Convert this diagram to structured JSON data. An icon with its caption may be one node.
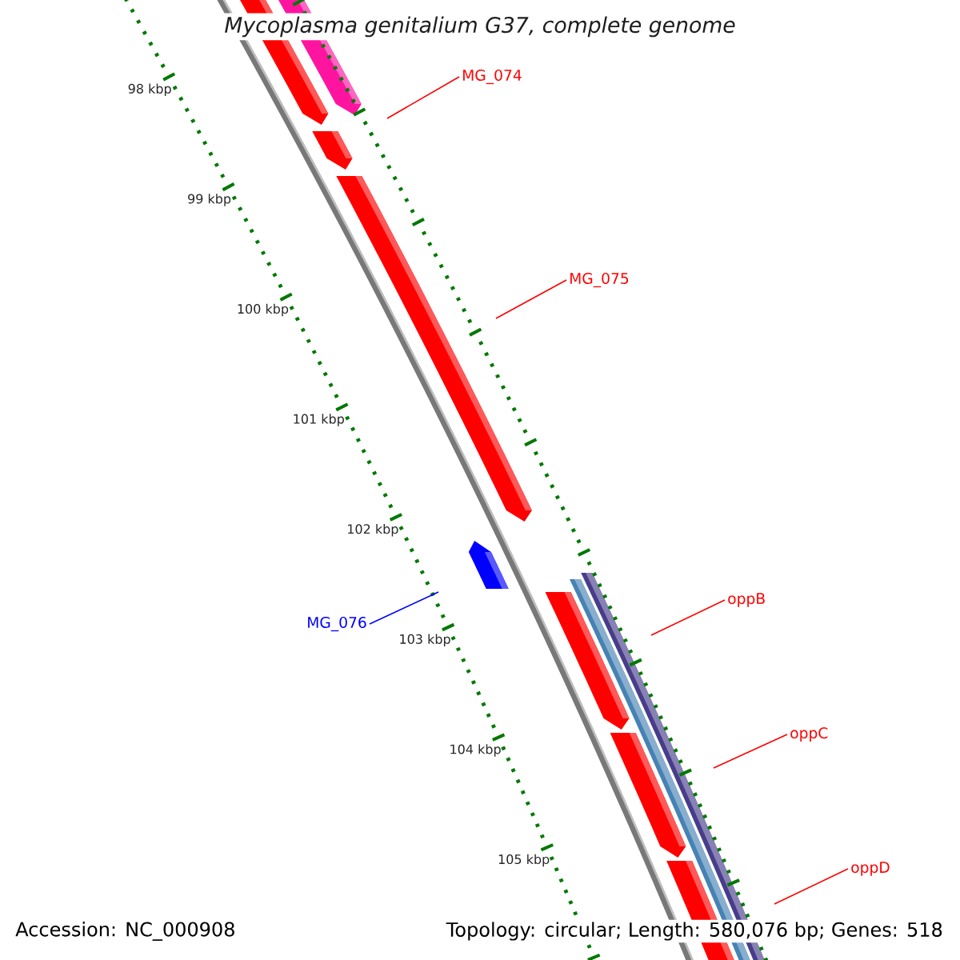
{
  "diagram": {
    "title": "Mycoplasma genitalium G37, complete genome",
    "nodes": [
      {
        "text": [
          "MG_074"
        ]
      },
      {
        "text": [
          "MG_075"
        ]
      },
      {
        "text": [
          "MG_076"
        ]
      },
      {
        "text": [
          "oppB"
        ]
      },
      {
        "text": [
          "oppC"
        ]
      },
      {
        "text": [
          "oppD"
        ]
      }
    ],
    "edges": [
      {
        "from": 0,
        "to": null,
        "arrow": "none"
      },
      {
        "from": 1,
        "to": null,
        "arrow": "none"
      },
      {
        "from": 2,
        "to": null,
        "arrow": "none",
        "color": "#0000ff"
      },
      {
        "from": 3,
        "to": null,
        "arrow": "none"
      },
      {
        "from": 4,
        "to": null,
        "arrow": "none"
      },
      {
        "from": 5,
        "to": null,
        "arrow": "none"
      }
    ],
    "labels": [
      "98 kbp",
      "99 kbp",
      "100 kbp",
      "101 kbp",
      "102 kbp",
      "103 kbp",
      "104 kbp",
      "105 kbp",
      "Accession: NC_000908",
      "Topology: circular; Length: 580,076 bp; Genes: 518"
    ]
  }
}
